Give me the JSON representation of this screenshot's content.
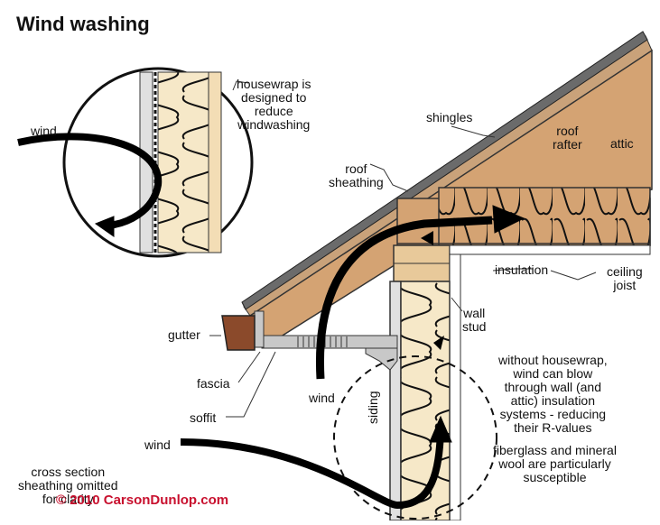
{
  "title": "Wind washing",
  "labels": {
    "housewrap": [
      "housewrap is",
      "designed to",
      "reduce",
      "windwashing"
    ],
    "wind": "wind",
    "shingles": "shingles",
    "roof_rafter": [
      "roof",
      "rafter"
    ],
    "attic": "attic",
    "roof_sheathing": [
      "roof",
      "sheathing"
    ],
    "insulation": "insulation",
    "ceiling_joist": [
      "ceiling",
      "joist"
    ],
    "gutter": "gutter",
    "wall_stud": [
      "wall",
      "stud"
    ],
    "fascia": "fascia",
    "soffit": "soffit",
    "siding": "siding",
    "cross_section": [
      "cross section",
      "sheathing omitted",
      "for clarity"
    ],
    "copyright": "© 2010 CarsonDunlop.com",
    "note1": [
      "without housewrap,",
      "wind can blow",
      "through wall (and",
      "attic) insulation",
      "systems -  reducing",
      "their R-values"
    ],
    "note2": [
      "fiberglass and mineral",
      "wool are particularly",
      "susceptible"
    ]
  },
  "colors": {
    "wood": "#d4a373",
    "wood_dark": "#b8864f",
    "insulation_fill": "#f6e8c8",
    "shingle": "#6b6b6b",
    "trim": "#c8c8c8",
    "gutter": "#8b4a2b",
    "arrow": "#000000",
    "copyright": "#c8102e"
  }
}
